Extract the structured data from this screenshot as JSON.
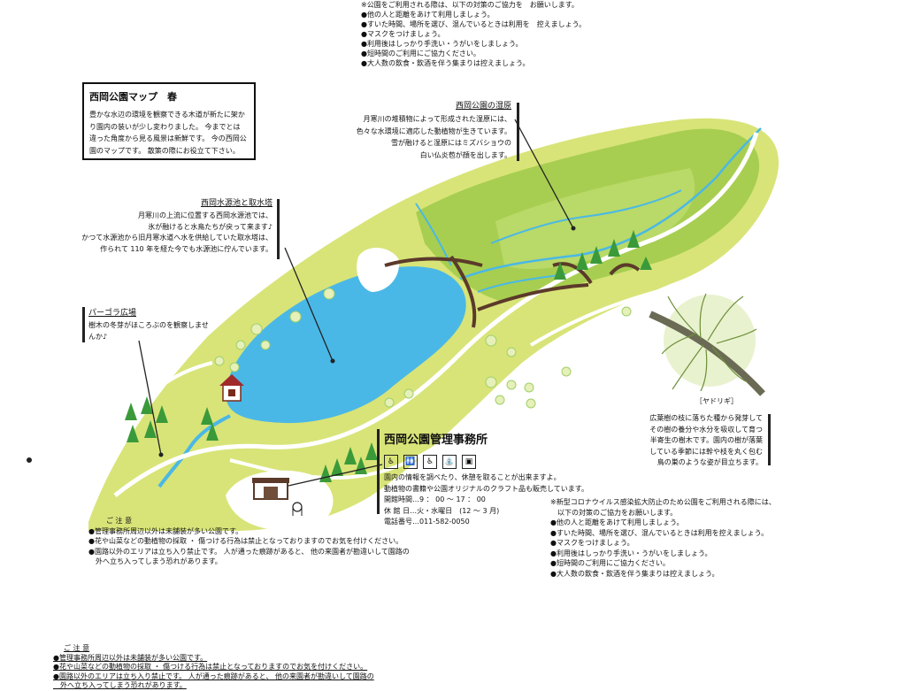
{
  "top_notice": {
    "lines": [
      "※公園をご利用される際は、以下の対策のご協力を　お願いします。",
      "●他の人と距離をあけて利用しましょう。",
      "●すいた時間、場所を選び、混んでいるときは利用を　控えましょう。",
      "●マスクをつけましょう。",
      "●利用後はしっかり手洗い・うがいをしましょう。",
      "●短時間のご利用にご協力ください。",
      "●大人数の飲食・飲酒を伴う集まりは控えましょう。"
    ]
  },
  "intro": {
    "title": "西岡公園マップ　春",
    "lines": [
      "豊かな水辺の環境を観察できる木道が新たに架か",
      "り園内の装いが少し変わりました。 今までとは",
      "違った角度から見る風景は新鮮です。 今の西岡公",
      "園のマップです。 散策の際にお役立て下さい。"
    ]
  },
  "wetland": {
    "title": "西岡公園の湿原",
    "lines": [
      "月寒川の堆積物によって形成された湿原には、",
      "色々な水環境に適応した動植物が生きています。",
      "雪が融けると湿原にはミズバショウの",
      "白い仏炎苞が顔を出します。"
    ]
  },
  "reservoir": {
    "title": "西岡水源池と取水塔",
    "lines": [
      "月寒川の上流に位置する西岡水源池では、",
      "氷が融けると水鳥たちが戻って来ます♪",
      "かつて水源池から旧月寒水道へ水を供給していた取水塔は、",
      "作られて 110 年を経た今でも水源池に佇んでいます。"
    ]
  },
  "pergola": {
    "title": "パーゴラ広場",
    "lines": [
      "樹木の冬芽がほころぶのを観察しませ",
      "んか♪"
    ]
  },
  "mistletoe": {
    "label": "［ヤドリギ］",
    "lines": [
      "広葉樹の枝に落ちた種から発芽して",
      "その樹の養分や水分を吸収して育つ",
      "半寄生の樹木です。園内の樹が落葉",
      "している季節には幹や枝を丸く包む",
      "鳥の巣のような姿が目立ちます。"
    ]
  },
  "office": {
    "title": "西岡公園管理事務所",
    "facility_icons": [
      "wheelchair-icon",
      "toilet-icon",
      "baby-icon",
      "water-fountain-icon",
      "vending-machine-icon"
    ],
    "facility_glyphs": [
      "♿",
      "🚻",
      "♿",
      "⛲",
      "▣"
    ],
    "desc1": "園内の情報を調べたり、休憩を取ることが出来ますよ。",
    "desc2": "動植物の書籍や公園オリジナルのクラフト品も販売しています。",
    "hours": "開館時間…9 ： 00 ～ 17 ： 00",
    "closed": "休 館 日…火・水曜日　(12 ～ 3 月)",
    "phone": "電話番号…011-582-0050"
  },
  "corona_notice": {
    "lines": [
      "※新型コロナウイルス感染拡大防止のため公園をご利用される際には、",
      "　以下の対策のご協力をお願いします。",
      "●他の人と距離をあけて利用しましょう。",
      "●すいた時間、場所を選び、混んでいるときは利用を控えましょう。",
      "●マスクをつけましょう。",
      "●利用後はしっかり手洗い・うがいをしましょう。",
      "●短時間のご利用にご協力ください。",
      "●大人数の飲食・飲酒を伴う集まりは控えましょう。"
    ]
  },
  "caution": {
    "title": "ご 注 意",
    "lines": [
      "●管理事務所周辺以外は未舗装が多い公園です。",
      "●花や山菜などの動植物の採取 ・ 傷つける行為は禁止となっておりますのでお気を付けください。",
      "●園路以外のエリアは立ち入り禁止です。 人が通った痕跡があると、 他の来園者が勘違いして園路の",
      "　外へ立ち入ってしまう恐れがあります。"
    ]
  },
  "caution_bottom": {
    "title": "ご 注 意",
    "lines": [
      "●管理事務所周辺以外は未舗装が多い公園です。",
      "●花や山菜などの動植物の採取 ・ 傷つける行為は禁止となっておりますのでお気を付けください。",
      "●園路以外のエリアは立ち入り禁止です。 人が通った痕跡があると、 他の来園者が勘違いして園路の",
      "　外へ立ち入ってしまう恐れがあります。"
    ]
  },
  "colors": {
    "park_light": "#d9e57a",
    "park_mid": "#c3d95e",
    "wetland": "#a6cd4f",
    "water": "#4ab8e6",
    "path": "#ffffff",
    "tree": "#3a9a3a",
    "tree_light": "#cfe6a6",
    "boardwalk": "#5b3a2a"
  }
}
